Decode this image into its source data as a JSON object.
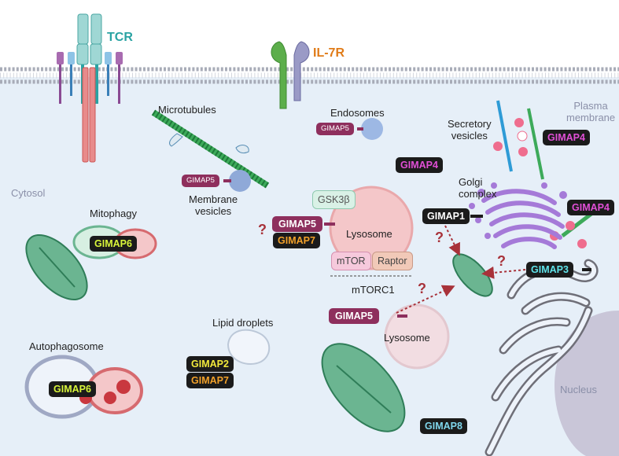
{
  "labels": {
    "tcr": "TCR",
    "il7r": "IL-7R",
    "microtubules": "Microtubules",
    "endosomes": "Endosomes",
    "plasma_membrane": "Plasma\nmembrane",
    "secretory_vesicles": "Secretory\nvesicles",
    "cytosol": "Cytosol",
    "membrane_vesicles": "Membrane\nvesicles",
    "golgi_complex": "Golgi\ncomplex",
    "mitophagy": "Mitophagy",
    "lysosome_top": "Lysosome",
    "mtorc1": "mTORC1",
    "lysosome_bottom": "Lysosome",
    "lipid_droplets": "Lipid droplets",
    "autophagosome": "Autophagosome",
    "nucleus": "Nucleus"
  },
  "complex_labels": {
    "gsk3b": "GSK3β",
    "mtor": "mTOR",
    "raptor": "Raptor"
  },
  "badges": {
    "gimap4_secretory": "GIMAP4",
    "gimap4_cytosol": "GIMAP4",
    "gimap4_right": "GIMAP4",
    "gimap1": "GIMAP1",
    "gimap3": "GIMAP3",
    "gimap6_mitophagy": "GIMAP6",
    "gimap6_autophagosome": "GIMAP6",
    "gimap7_lysosome": "GIMAP7",
    "gimap2": "GIMAP2",
    "gimap7_lipid": "GIMAP7",
    "gimap8": "GIMAP8"
  },
  "gimap5_pills": {
    "endosome": "GIMAP5",
    "vesicle": "GIMAP5",
    "lysosome": "GIMAP5",
    "bottom": "GIMAP5"
  },
  "question_mark": "?",
  "colors": {
    "cytosol_bg": "#e6eff8",
    "membrane": "#a8acb8",
    "gimap5_pill": "#8e2f5d",
    "gimap4_text": "#e04fd6",
    "gimap1_text": "#ffffff",
    "gimap3_text": "#5fe3ea",
    "gimap6_text": "#d8f53a",
    "gimap7_text": "#f2a12a",
    "gimap2_text": "#f3ea3c",
    "gimap8_text": "#7fd6ec",
    "tcr_label": "#2aa3a3",
    "il7r_label": "#e07b18",
    "mitochondria": "#6bb591",
    "lysosome": "#f4c7c9",
    "golgi": "#a57ad8",
    "arrow": "#a8323a"
  }
}
